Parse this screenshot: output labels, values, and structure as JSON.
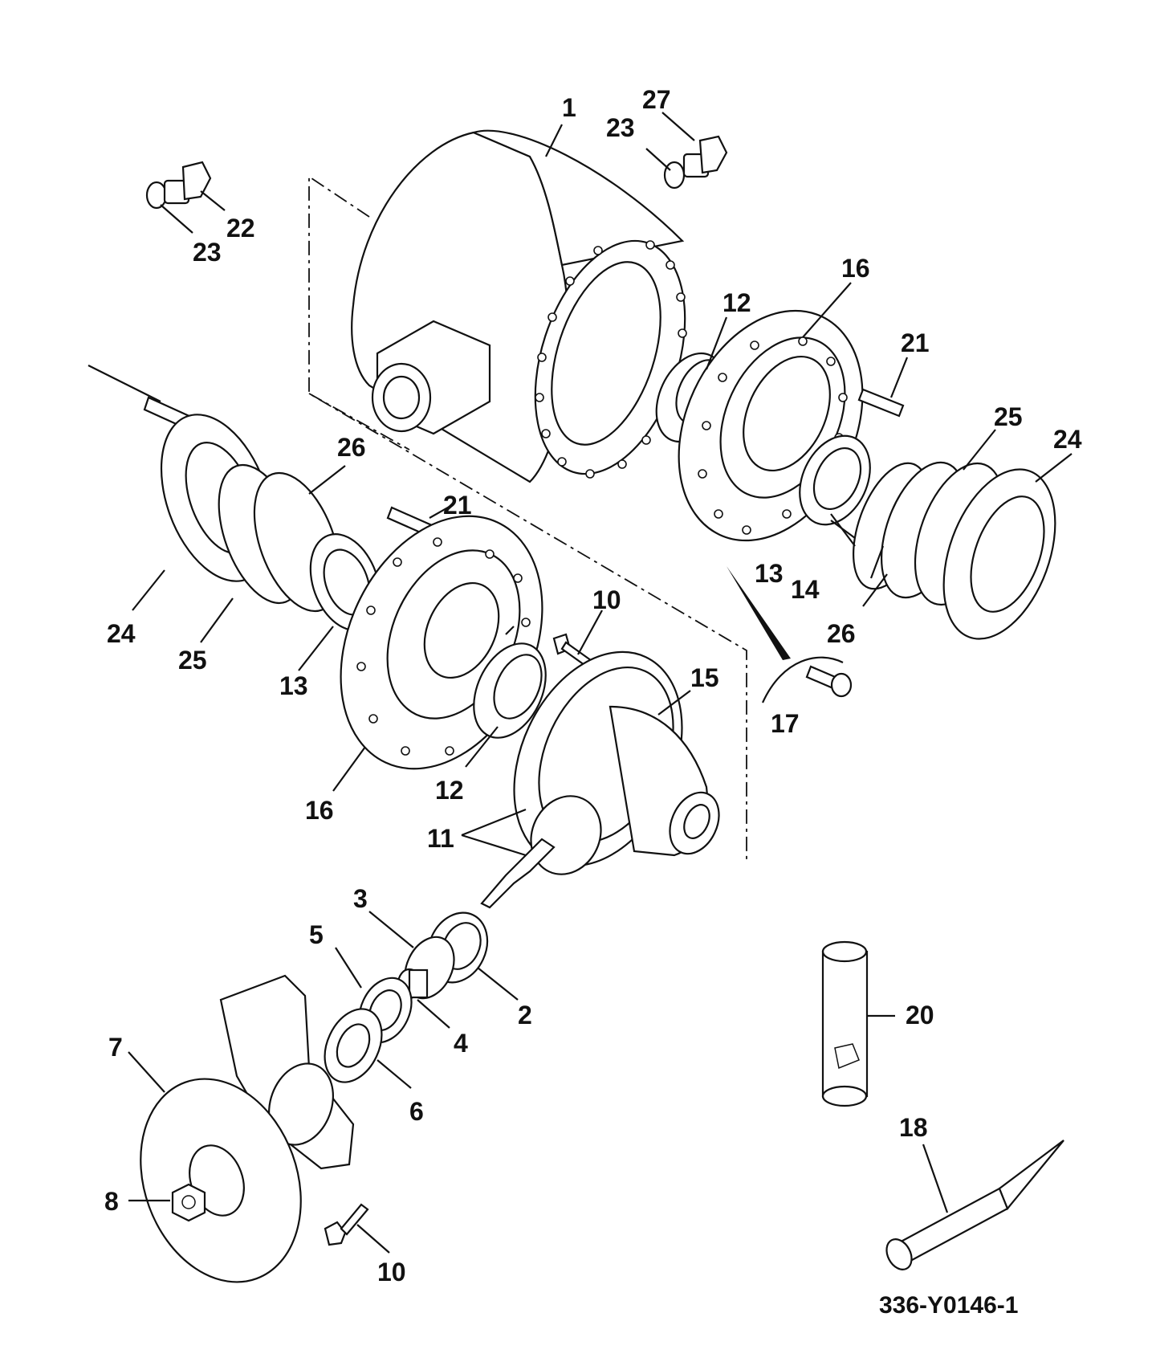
{
  "diagram": {
    "drawing_code": "336-Y0146-1",
    "callouts": [
      {
        "id": "c1",
        "text": "1"
      },
      {
        "id": "c2",
        "text": "2"
      },
      {
        "id": "c3",
        "text": "3"
      },
      {
        "id": "c4",
        "text": "4"
      },
      {
        "id": "c5",
        "text": "5"
      },
      {
        "id": "c6",
        "text": "6"
      },
      {
        "id": "c7",
        "text": "7"
      },
      {
        "id": "c8",
        "text": "8"
      },
      {
        "id": "c10a",
        "text": "10"
      },
      {
        "id": "c10b",
        "text": "10"
      },
      {
        "id": "c11",
        "text": "11"
      },
      {
        "id": "c12a",
        "text": "12"
      },
      {
        "id": "c12b",
        "text": "12"
      },
      {
        "id": "c13a",
        "text": "13"
      },
      {
        "id": "c13b",
        "text": "13"
      },
      {
        "id": "c14",
        "text": "14"
      },
      {
        "id": "c15",
        "text": "15"
      },
      {
        "id": "c16a",
        "text": "16"
      },
      {
        "id": "c16b",
        "text": "16"
      },
      {
        "id": "c17",
        "text": "17"
      },
      {
        "id": "c18",
        "text": "18"
      },
      {
        "id": "c20",
        "text": "20"
      },
      {
        "id": "c21a",
        "text": "21"
      },
      {
        "id": "c21b",
        "text": "21"
      },
      {
        "id": "c22",
        "text": "22"
      },
      {
        "id": "c23a",
        "text": "23"
      },
      {
        "id": "c23b",
        "text": "23"
      },
      {
        "id": "c24a",
        "text": "24"
      },
      {
        "id": "c24b",
        "text": "24"
      },
      {
        "id": "c25a",
        "text": "25"
      },
      {
        "id": "c25b",
        "text": "25"
      },
      {
        "id": "c26a",
        "text": "26"
      },
      {
        "id": "c26b",
        "text": "26"
      },
      {
        "id": "c27",
        "text": "27"
      }
    ]
  }
}
